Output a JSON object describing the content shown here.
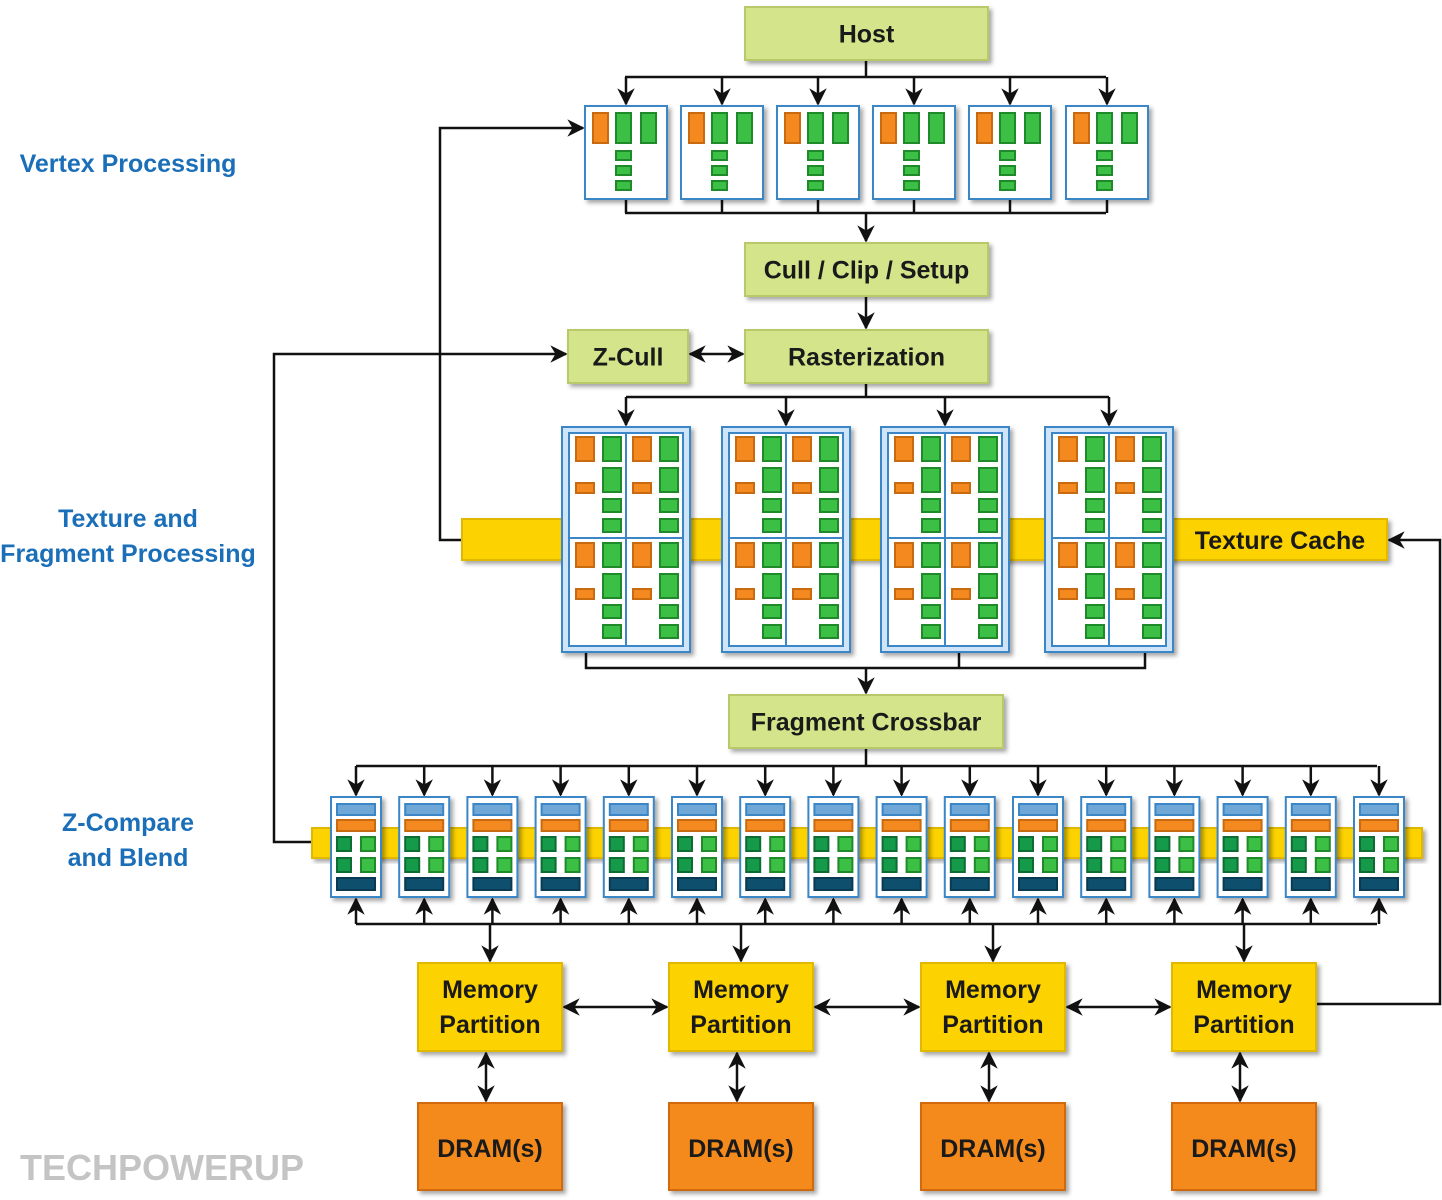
{
  "side_labels": {
    "vertex": "Vertex Processing",
    "texture_line1": "Texture and",
    "texture_line2": "Fragment Processing",
    "zcompare_line1": "Z-Compare",
    "zcompare_line2": "and Blend"
  },
  "blocks": {
    "host": "Host",
    "cull": "Cull / Clip / Setup",
    "zcull": "Z-Cull",
    "raster": "Rasterization",
    "texture_cache": "Texture Cache",
    "crossbar": "Fragment Crossbar",
    "memory_partition_line1": "Memory",
    "memory_partition_line2": "Partition",
    "dram": "DRAM(s)"
  },
  "counts": {
    "vertex_units": 6,
    "fragment_units": 4,
    "rop_units": 16,
    "memory_partitions": 4
  },
  "watermark": "TECHPOWERUP",
  "colors": {
    "green_block": "#d4e48a",
    "yellow": "#fcd200",
    "orange": "#f48a1f",
    "alu_green": "#3cbf45",
    "unit_border": "#3b86c6",
    "side_text": "#1a6fb8"
  }
}
